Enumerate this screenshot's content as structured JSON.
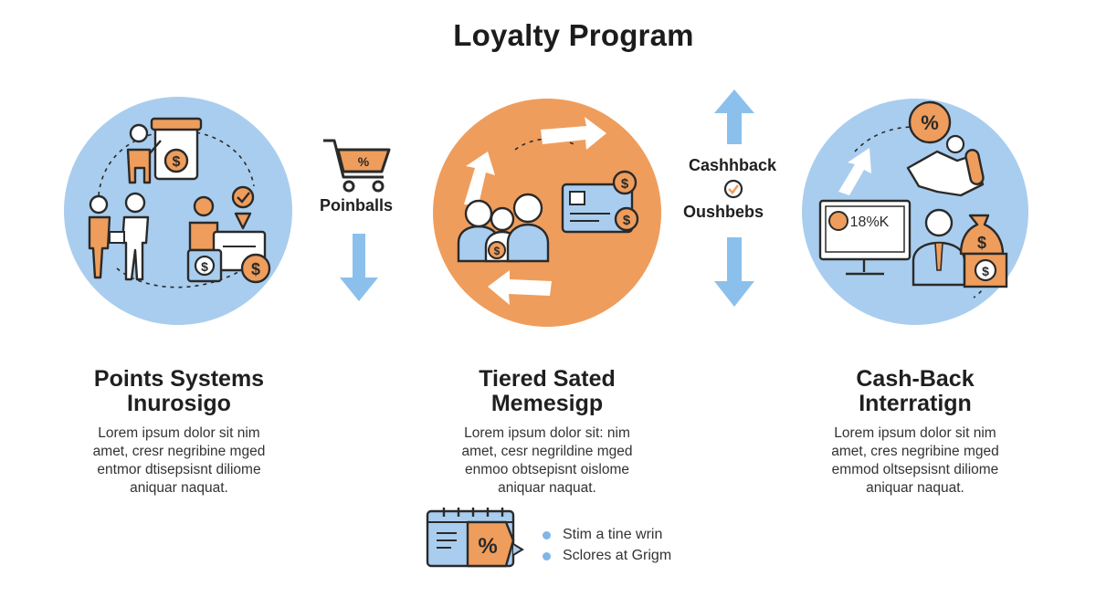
{
  "title": "Loyalty Program",
  "colors": {
    "blue": "#a9cdee",
    "orange": "#ef9d5c",
    "dark": "#2a2a2a",
    "arrow": "#8cc0ec"
  },
  "sections": [
    {
      "heading_line1": "Points Systems",
      "heading_line2": "Inurosigo",
      "body": [
        "Lorem ipsum dolor sit nim",
        "amet, cresr negribine mged",
        "entmor dtisepsisnt diliome",
        "aniquar naquat."
      ]
    },
    {
      "heading_line1": "Tiered Sated",
      "heading_line2": "Memesigp",
      "body": [
        "Lorem ipsum dolor sit: nim",
        "amet, cesr negrildine mged",
        "enmoo obtsepisnt oislome",
        "aniquar naquat."
      ]
    },
    {
      "heading_line1": "Cash-Back",
      "heading_line2": "Interratign",
      "body": [
        "Lorem ipsum dolor sit nim",
        "amet, cres negribine mged",
        "emmod oltsepsisnt diliome",
        "aniquar naquat."
      ]
    }
  ],
  "connectors": {
    "left_label": "Poinballs",
    "cart_text": "%",
    "right_label_top": "Cashhback",
    "right_label_bottom": "Oushbebs"
  },
  "icons": {
    "monitor_text": "18%K",
    "bag_percent": "%",
    "calendar_percent": "%",
    "coin_symbol": "$"
  },
  "bullets": [
    "Stim a tine wrin",
    "Sclores at Grigm"
  ]
}
